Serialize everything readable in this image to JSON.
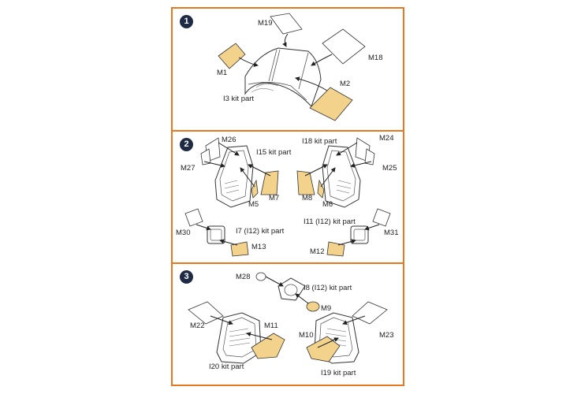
{
  "accent": "#e87722",
  "mask_fill": "#f3d38c",
  "step_badge_color": "#1f2a44",
  "steps": [
    {
      "number": "1",
      "labels": [
        "M19",
        "M1",
        "M18",
        "M2",
        "I3 kit part"
      ]
    },
    {
      "number": "2",
      "labels": [
        "M26",
        "I15 kit part",
        "I18 kit part",
        "M24",
        "M27",
        "M25",
        "M5",
        "M7",
        "M8",
        "M6",
        "I7 (I12) kit part",
        "I11 (I12) kit part",
        "M30",
        "M31",
        "M13",
        "M12"
      ]
    },
    {
      "number": "3",
      "labels": [
        "M28",
        "I8 (I12) kit part",
        "M9",
        "M22",
        "M11",
        "M10",
        "M23",
        "I20 kit part",
        "I19 kit part"
      ]
    }
  ]
}
